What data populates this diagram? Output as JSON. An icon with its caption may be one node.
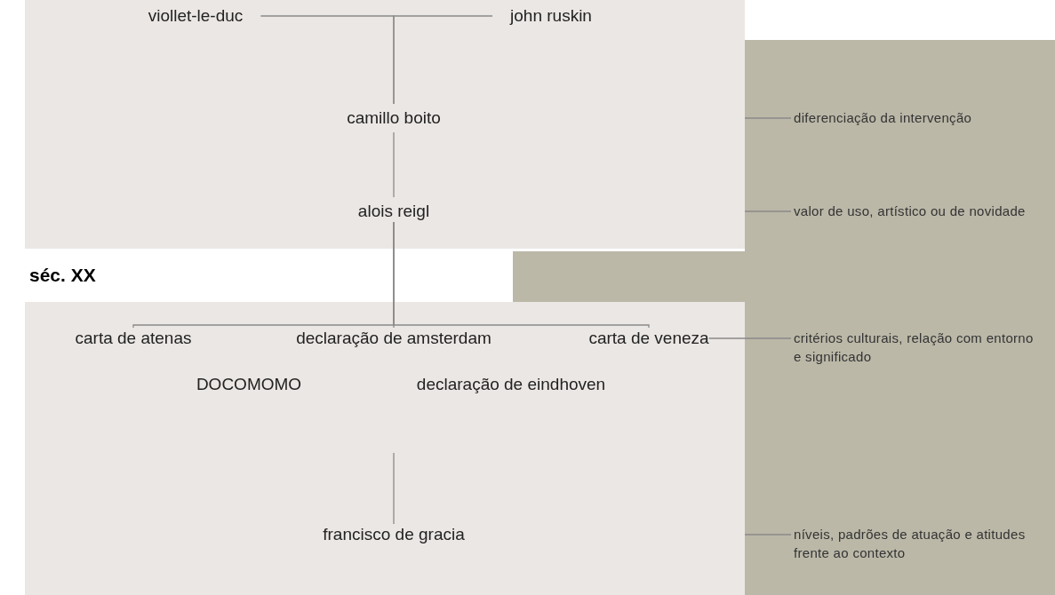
{
  "diagram": {
    "nodes": [
      {
        "text": [],
        "shape": "box"
      },
      {
        "text": [
          "viollet-le-duc"
        ],
        "in": 0
      },
      {
        "text": [
          "john ruskin"
        ],
        "in": 0
      },
      {
        "text": [
          "camillo boito"
        ],
        "in": 0
      },
      {
        "text": [
          "alois reigl"
        ],
        "in": 0
      },
      {
        "text": [],
        "shape": "box"
      },
      {
        "text": [
          "carta de atenas"
        ],
        "in": 5
      },
      {
        "text": [
          "declaração de amsterdam"
        ],
        "in": 5
      },
      {
        "text": [
          "carta de veneza"
        ],
        "in": 5
      },
      {
        "text": [
          "DOCOMOMO"
        ],
        "in": 5
      },
      {
        "text": [
          "declaração de eindhoven"
        ],
        "in": 5
      },
      {
        "text": [
          "francisco de gracia"
        ],
        "in": 5
      },
      {
        "text": [
          "diferenciação da intervenção"
        ]
      },
      {
        "text": [
          "valor de uso, artístico ou de novidade"
        ]
      },
      {
        "text": [
          "critérios culturais, relação com entorno e significado"
        ]
      },
      {
        "text": [
          "níveis, padrões de atuação e atitudes frente ao contexto"
        ]
      }
    ],
    "edges": [
      {
        "from": 1,
        "to": 3,
        "arrow": "none"
      },
      {
        "from": 2,
        "to": 3,
        "arrow": "none"
      },
      {
        "from": 3,
        "to": 4,
        "arrow": "none"
      },
      {
        "from": 4,
        "to": 6,
        "arrow": "none"
      },
      {
        "from": 4,
        "to": 7,
        "arrow": "none"
      },
      {
        "from": 4,
        "to": 8,
        "arrow": "none"
      },
      {
        "from": null,
        "to": 11,
        "arrow": "none"
      },
      {
        "from": 0,
        "to": 12,
        "arrow": "none"
      },
      {
        "from": 0,
        "to": 13,
        "arrow": "none"
      },
      {
        "from": 8,
        "to": 14,
        "arrow": "none"
      },
      {
        "from": 5,
        "to": 15,
        "arrow": "none"
      }
    ],
    "labels": [
      "séc. XX"
    ]
  }
}
